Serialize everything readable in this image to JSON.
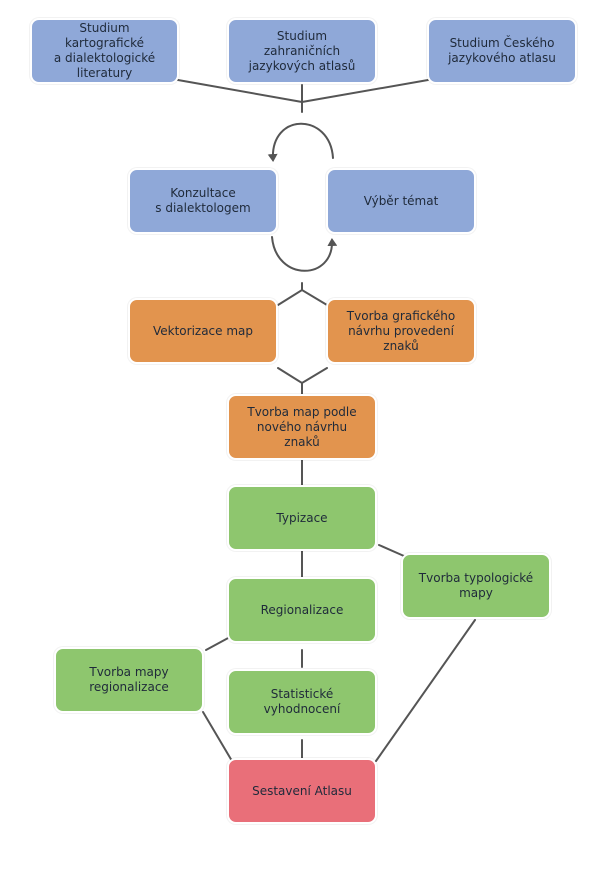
{
  "nodes": {
    "lit": "Studium kartografické\na dialektologické\nliteratury",
    "zahr": "Studium zahraničních\njazykových atlasů",
    "cesk": "Studium Českého\njazykového atlasu",
    "konz": "Konzultace\ns dialektologem",
    "vyber": "Výběr témat",
    "vekt": "Vektorizace map",
    "graf": "Tvorba grafického\nnávrhu provedení\nznaků",
    "tvorbamap": "Tvorba map podle\nnového návrhu\nznaků",
    "typ": "Typizace",
    "typmapy": "Tvorba typologické\nmapy",
    "reg": "Regionalizace",
    "regmapy": "Tvorba mapy\nregionalizace",
    "stat": "Statistické\nvyhodnocení",
    "atlas": "Sestavení Atlasu"
  },
  "colors": {
    "blue": "#8fa8d8",
    "orange": "#e2944e",
    "green": "#8ec66e",
    "red": "#e96f79",
    "connector": "#555555"
  }
}
